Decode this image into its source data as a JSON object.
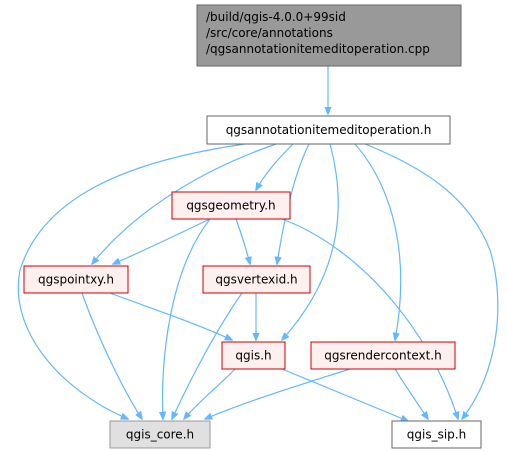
{
  "nodes": [
    {
      "id": "src",
      "lines": [
        "/build/qgis-4.0.0+99sid",
        "/src/core/annotations",
        "/qgsannotationitemeditoperation.cpp"
      ],
      "style": "current"
    },
    {
      "id": "header",
      "lines": [
        "qgsannotationitemeditoperation.h"
      ],
      "style": "plain"
    },
    {
      "id": "geometry",
      "lines": [
        "qgsgeometry.h"
      ],
      "style": "red"
    },
    {
      "id": "pointxy",
      "lines": [
        "qgspointxy.h"
      ],
      "style": "red"
    },
    {
      "id": "vertexid",
      "lines": [
        "qgsvertexid.h"
      ],
      "style": "red"
    },
    {
      "id": "qgis",
      "lines": [
        "qgis.h"
      ],
      "style": "red"
    },
    {
      "id": "rendercontext",
      "lines": [
        "qgsrendercontext.h"
      ],
      "style": "red"
    },
    {
      "id": "core",
      "lines": [
        "qgis_core.h"
      ],
      "style": "gray"
    },
    {
      "id": "sip",
      "lines": [
        "qgis_sip.h"
      ],
      "style": "plain"
    }
  ],
  "edges": [
    {
      "from": "src",
      "to": "header"
    },
    {
      "from": "header",
      "to": "geometry"
    },
    {
      "from": "header",
      "to": "pointxy"
    },
    {
      "from": "header",
      "to": "vertexid"
    },
    {
      "from": "header",
      "to": "qgis"
    },
    {
      "from": "header",
      "to": "rendercontext"
    },
    {
      "from": "header",
      "to": "core"
    },
    {
      "from": "header",
      "to": "sip"
    },
    {
      "from": "geometry",
      "to": "pointxy"
    },
    {
      "from": "geometry",
      "to": "vertexid"
    },
    {
      "from": "geometry",
      "to": "core"
    },
    {
      "from": "geometry",
      "to": "sip"
    },
    {
      "from": "pointxy",
      "to": "qgis"
    },
    {
      "from": "pointxy",
      "to": "core"
    },
    {
      "from": "vertexid",
      "to": "qgis"
    },
    {
      "from": "vertexid",
      "to": "core"
    },
    {
      "from": "qgis",
      "to": "core"
    },
    {
      "from": "qgis",
      "to": "sip"
    },
    {
      "from": "rendercontext",
      "to": "core"
    },
    {
      "from": "rendercontext",
      "to": "sip"
    }
  ],
  "colors": {
    "edge": "#63b8ff",
    "current_fill": "#999999",
    "current_stroke": "#666666",
    "red_fill": "#fff0f0",
    "red_stroke": "#cc0000",
    "gray_fill": "#e0e0e0",
    "gray_stroke": "#999999",
    "plain_fill": "#ffffff",
    "plain_stroke": "#666666"
  }
}
